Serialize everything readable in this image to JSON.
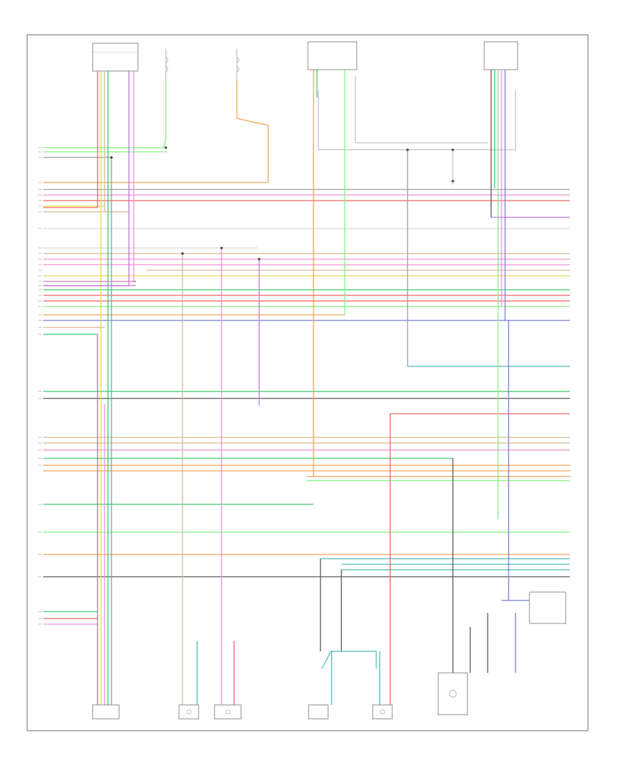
{
  "diagram": {
    "title": "",
    "footer_code": "",
    "colors": {
      "wire_lt_green": "#7ff07f",
      "wire_green": "#33cc66",
      "wire_orange": "#f0a050",
      "wire_pink": "#f08fd8",
      "wire_red": "#f06060",
      "wire_tan": "#d8b890",
      "wire_yellow": "#e8d64a",
      "wire_gray": "#9a9a9a",
      "wire_black": "#555555",
      "wire_blue": "#7a7ae0",
      "wire_teal": "#4ab8b0",
      "wire_violet": "#c070e0",
      "wire_brown": "#a08060",
      "wire_white": "#d8d8d8",
      "frame": "#808080"
    },
    "components": [
      {
        "id": "cmp-top-1",
        "icon": "connector-icon"
      },
      {
        "id": "cmp-top-2",
        "icon": "relay-icon"
      },
      {
        "id": "cmp-top-3",
        "icon": "relay-icon"
      },
      {
        "id": "cmp-top-4",
        "icon": "sensor-icon"
      },
      {
        "id": "cmp-top-5",
        "icon": "sensor-icon"
      },
      {
        "id": "cmp-bottom-1",
        "icon": "module-icon"
      },
      {
        "id": "cmp-bottom-2",
        "icon": "sensor-icon"
      },
      {
        "id": "cmp-bottom-3",
        "icon": "switch-icon"
      },
      {
        "id": "cmp-bottom-4",
        "icon": "sensor-icon"
      },
      {
        "id": "cmp-bottom-5",
        "icon": "sensor-icon"
      },
      {
        "id": "cmp-bottom-6",
        "icon": "fuel-pump-icon"
      }
    ]
  }
}
